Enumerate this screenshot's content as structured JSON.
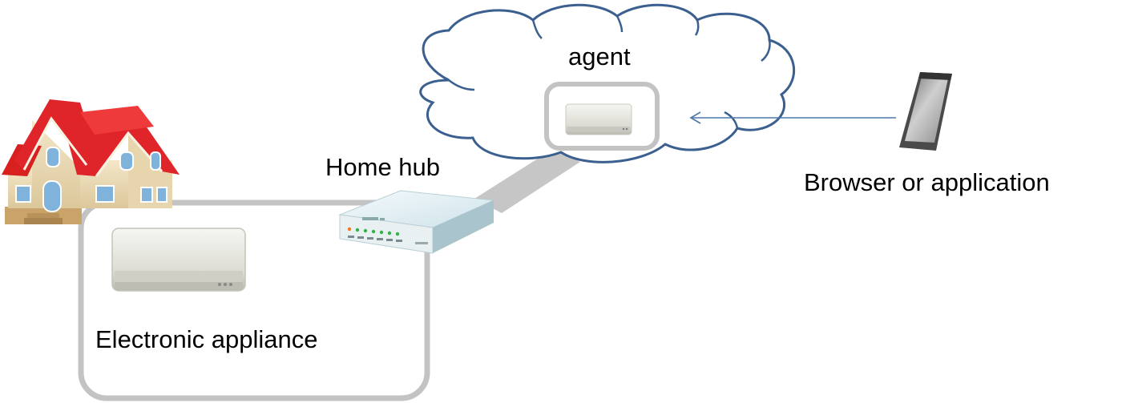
{
  "labels": {
    "agent": "agent",
    "home_hub": "Home hub",
    "browser": "Browser or application",
    "appliance": "Electronic appliance"
  },
  "icons": {
    "house": "house-icon",
    "hub": "router-icon",
    "air_conditioner": "air-conditioner-icon",
    "phone": "smartphone-icon",
    "cloud": "cloud-icon"
  },
  "colors": {
    "cloud_stroke": "#3b5f8f",
    "frame_gray": "#c3c3c3",
    "arrow": "#4a78a8",
    "roof": "#e0252a"
  }
}
